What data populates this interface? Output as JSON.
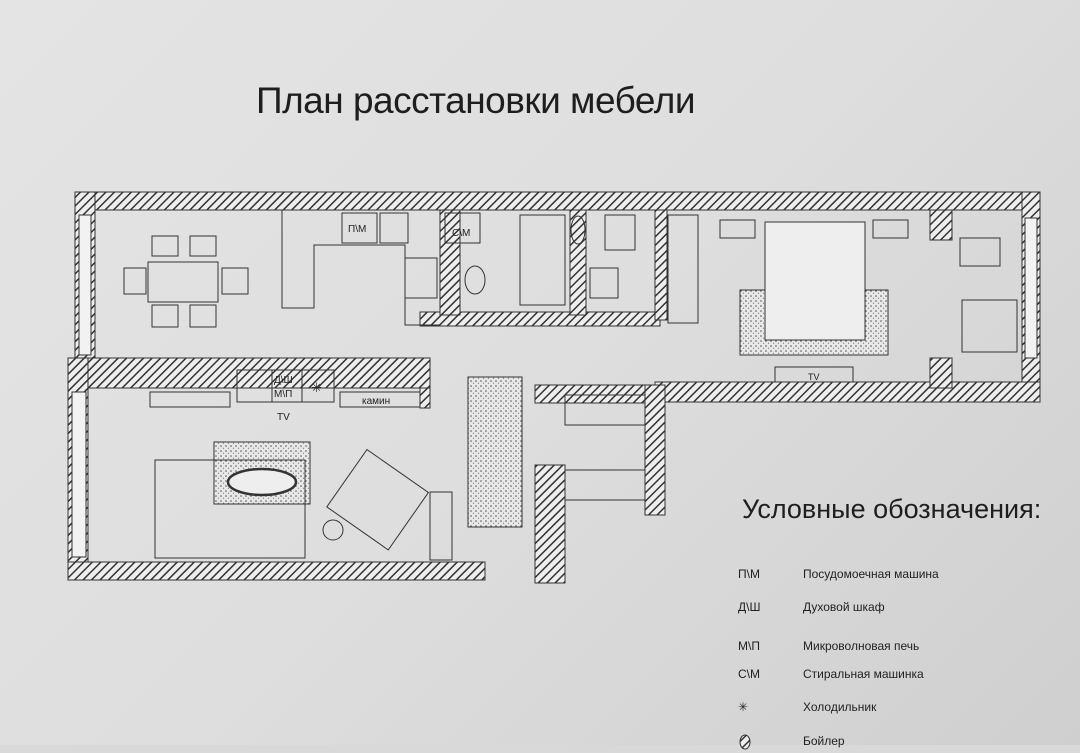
{
  "title": "План расстановки мебели",
  "plan_labels": {
    "dishwasher": "П\\М",
    "washer": "С\\М",
    "oven": "Д\\Ш",
    "microwave": "М\\П",
    "fridge": "✳",
    "fireplace": "камин",
    "tv_living": "TV",
    "tv_bedroom": "TV"
  },
  "legend": {
    "title": "Условные обозначения:",
    "items": [
      {
        "code": "П\\М",
        "desc": "Посудомоечная машина"
      },
      {
        "code": "Д\\Ш",
        "desc": "Духовой шкаф"
      },
      {
        "code": "М\\П",
        "desc": "Микроволновая печь"
      },
      {
        "code": "С\\М",
        "desc": "Стиральная машинка"
      },
      {
        "code": "✳",
        "desc": "Холодильник"
      },
      {
        "code": "",
        "desc": "Бойлер"
      }
    ]
  }
}
